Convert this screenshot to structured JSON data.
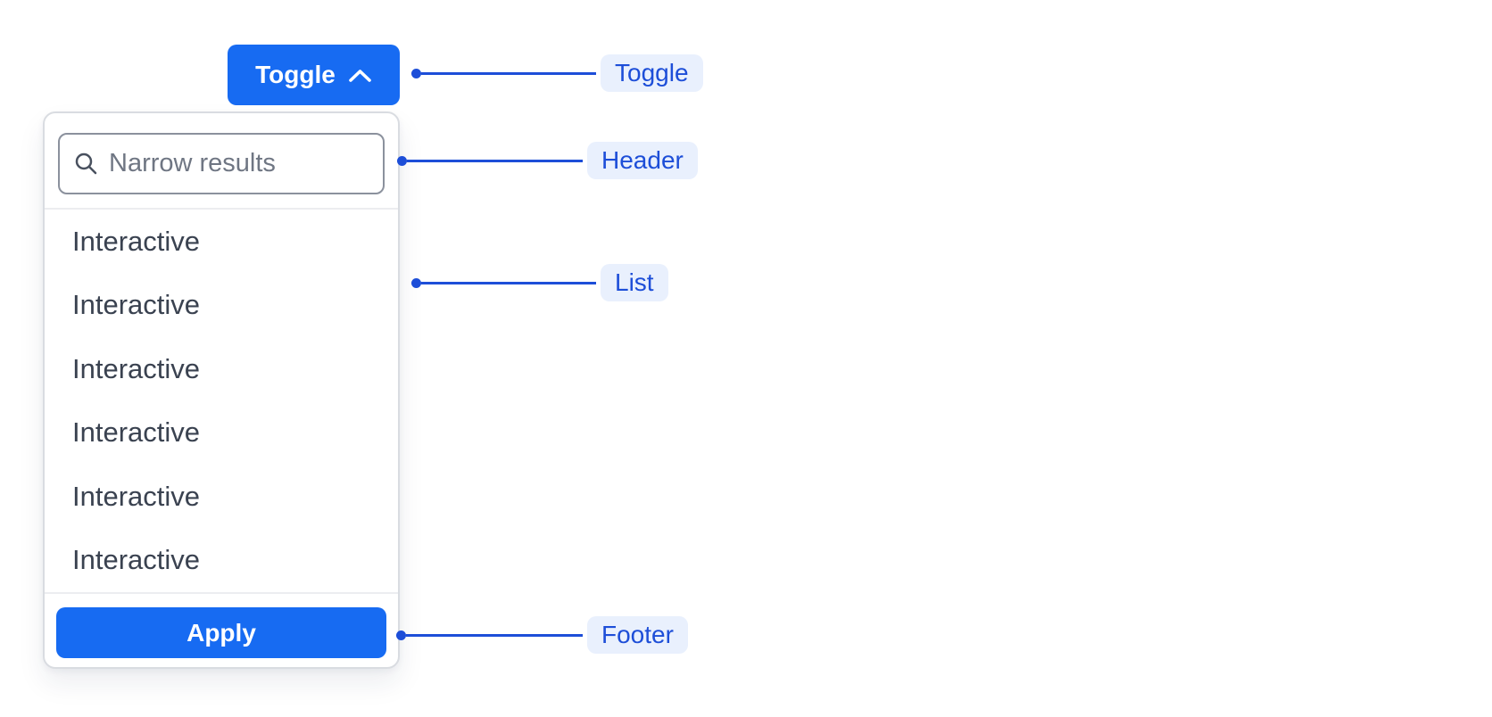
{
  "toggle_button": {
    "label": "Toggle"
  },
  "popup": {
    "search": {
      "placeholder": "Narrow results"
    },
    "items": [
      "Interactive",
      "Interactive",
      "Interactive",
      "Interactive",
      "Interactive",
      "Interactive"
    ],
    "footer": {
      "apply_label": "Apply"
    }
  },
  "annotations": [
    {
      "id": "toggle",
      "label": "Toggle"
    },
    {
      "id": "header",
      "label": "Header"
    },
    {
      "id": "list",
      "label": "List"
    },
    {
      "id": "footer",
      "label": "Footer"
    }
  ],
  "colors": {
    "button_blue": "#176bf2",
    "annotation_blue": "#1d4ed8",
    "annotation_pill_bg": "#e9f0fd",
    "panel_border": "#d9dce1",
    "input_border": "#8b919d",
    "placeholder_gray": "#6f7683",
    "item_text": "#3a4250",
    "divider": "#ecedf0"
  }
}
